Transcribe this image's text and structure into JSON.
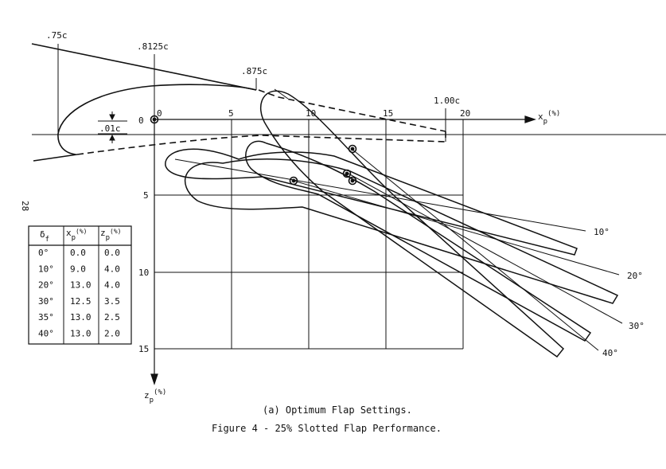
{
  "figure": {
    "station_labels": [
      ".75c",
      ".8125c",
      ".875c",
      "1.00c"
    ],
    "offset_label": ".01c",
    "x_axis": {
      "label_main": "x",
      "label_sub": "p",
      "label_unit": "(%)",
      "ticks": [
        "0",
        "5",
        "10",
        "15",
        "20"
      ],
      "origin_label": "0"
    },
    "z_axis": {
      "label_main": "z",
      "label_sub": "p",
      "label_unit": "(%)",
      "ticks": [
        "5",
        "10",
        "15"
      ]
    },
    "deflection_labels": [
      "10°",
      "20°",
      "30°",
      "40°"
    ],
    "subcaption": "(a) Optimum Flap Settings.",
    "caption": "Figure 4 - 25% Slotted Flap Performance.",
    "page_number": "28"
  },
  "table": {
    "headers": [
      {
        "main": "δ",
        "sub": "f",
        "unit": ""
      },
      {
        "main": "x",
        "sub": "p",
        "unit": "(%)"
      },
      {
        "main": "z",
        "sub": "p",
        "unit": "(%)"
      }
    ],
    "rows": [
      {
        "delta": "0°",
        "xp": "0.0",
        "zp": "0.0"
      },
      {
        "delta": "10°",
        "xp": "9.0",
        "zp": "4.0"
      },
      {
        "delta": "20°",
        "xp": "13.0",
        "zp": "4.0"
      },
      {
        "delta": "30°",
        "xp": "12.5",
        "zp": "3.5"
      },
      {
        "delta": "35°",
        "xp": "13.0",
        "zp": "2.5"
      },
      {
        "delta": "40°",
        "xp": "13.0",
        "zp": "2.0"
      }
    ]
  }
}
